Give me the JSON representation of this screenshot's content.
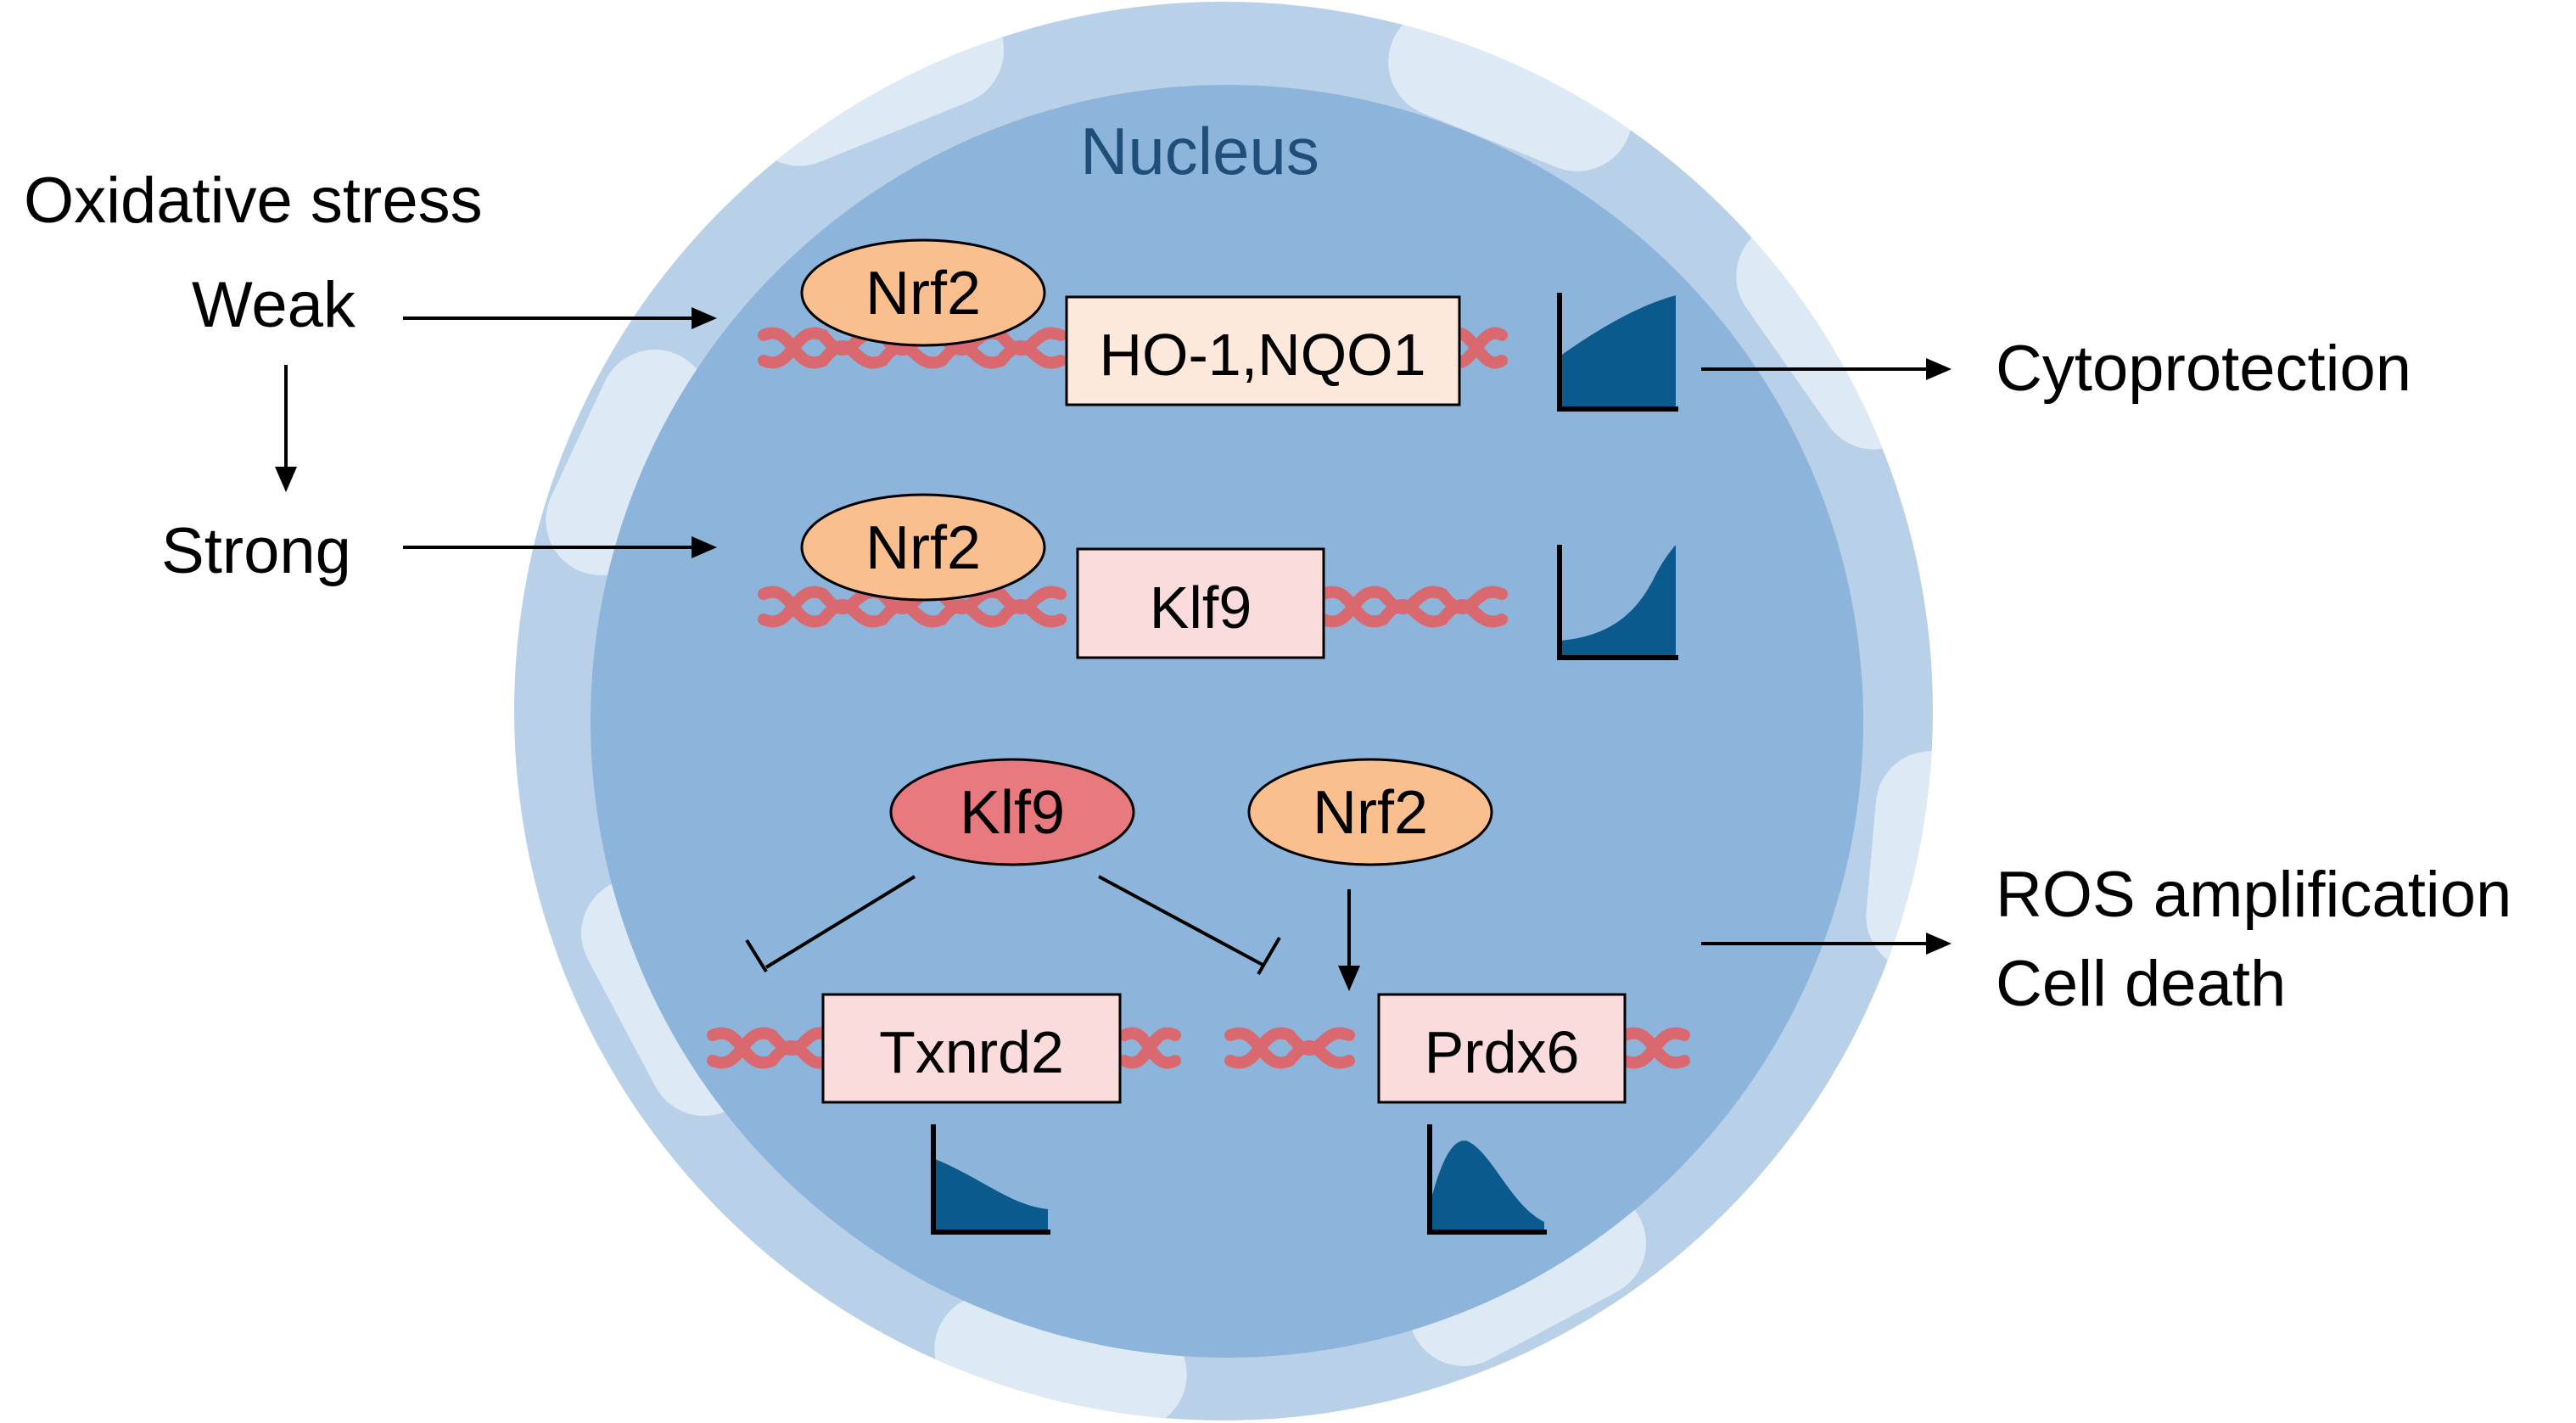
{
  "stimulus": {
    "title": "Oxidative stress",
    "weak": "Weak",
    "strong": "Strong"
  },
  "nucleus": {
    "label": "Nucleus"
  },
  "factors": {
    "nrf2_top": "Nrf2",
    "nrf2_mid": "Nrf2",
    "klf9": "Klf9",
    "nrf2_bottom": "Nrf2"
  },
  "genes": {
    "ho1_nqo1": "HO-1,NQO1",
    "klf9": "Klf9",
    "txnrd2": "Txnrd2",
    "prdx6": "Prdx6"
  },
  "outcomes": {
    "cytoprotection": "Cytoprotection",
    "ros": "ROS amplification",
    "cell_death": "Cell death"
  },
  "colors": {
    "nucleus_outer": "#b8d0e8",
    "nucleus_inner": "#8db4da",
    "membrane_pore": "#dde9f5",
    "nrf2_fill": "#f9bf8f",
    "klf9_fill": "#e8797f",
    "gene_box_peach": "#fde9dc",
    "gene_box_pink": "#fadcdd",
    "dna": "#d9686f",
    "curve_fill": "#0a5a8e",
    "nucleus_label": "#1f4e79"
  }
}
